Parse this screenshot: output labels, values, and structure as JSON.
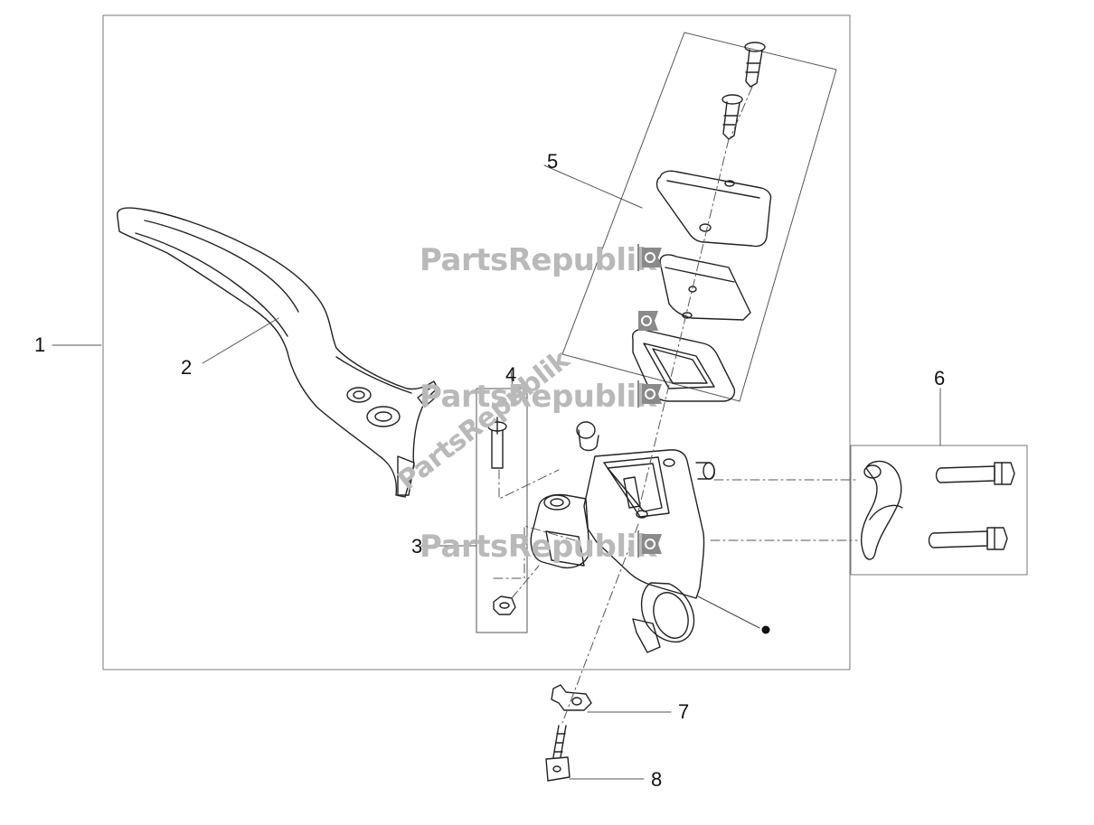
{
  "diagram": {
    "callouts": [
      {
        "id": "1",
        "label": "1"
      },
      {
        "id": "2",
        "label": "2"
      },
      {
        "id": "3",
        "label": "3"
      },
      {
        "id": "4",
        "label": "4"
      },
      {
        "id": "5",
        "label": "5"
      },
      {
        "id": "6",
        "label": "6"
      },
      {
        "id": "7",
        "label": "7"
      },
      {
        "id": "8",
        "label": "8"
      }
    ],
    "watermark": {
      "text": "PartsRepublik"
    }
  },
  "colors": {
    "line": "#222222",
    "frame": "#777777",
    "watermark": "#b9b9b9",
    "watermark_icon": "#8a8a8a"
  }
}
